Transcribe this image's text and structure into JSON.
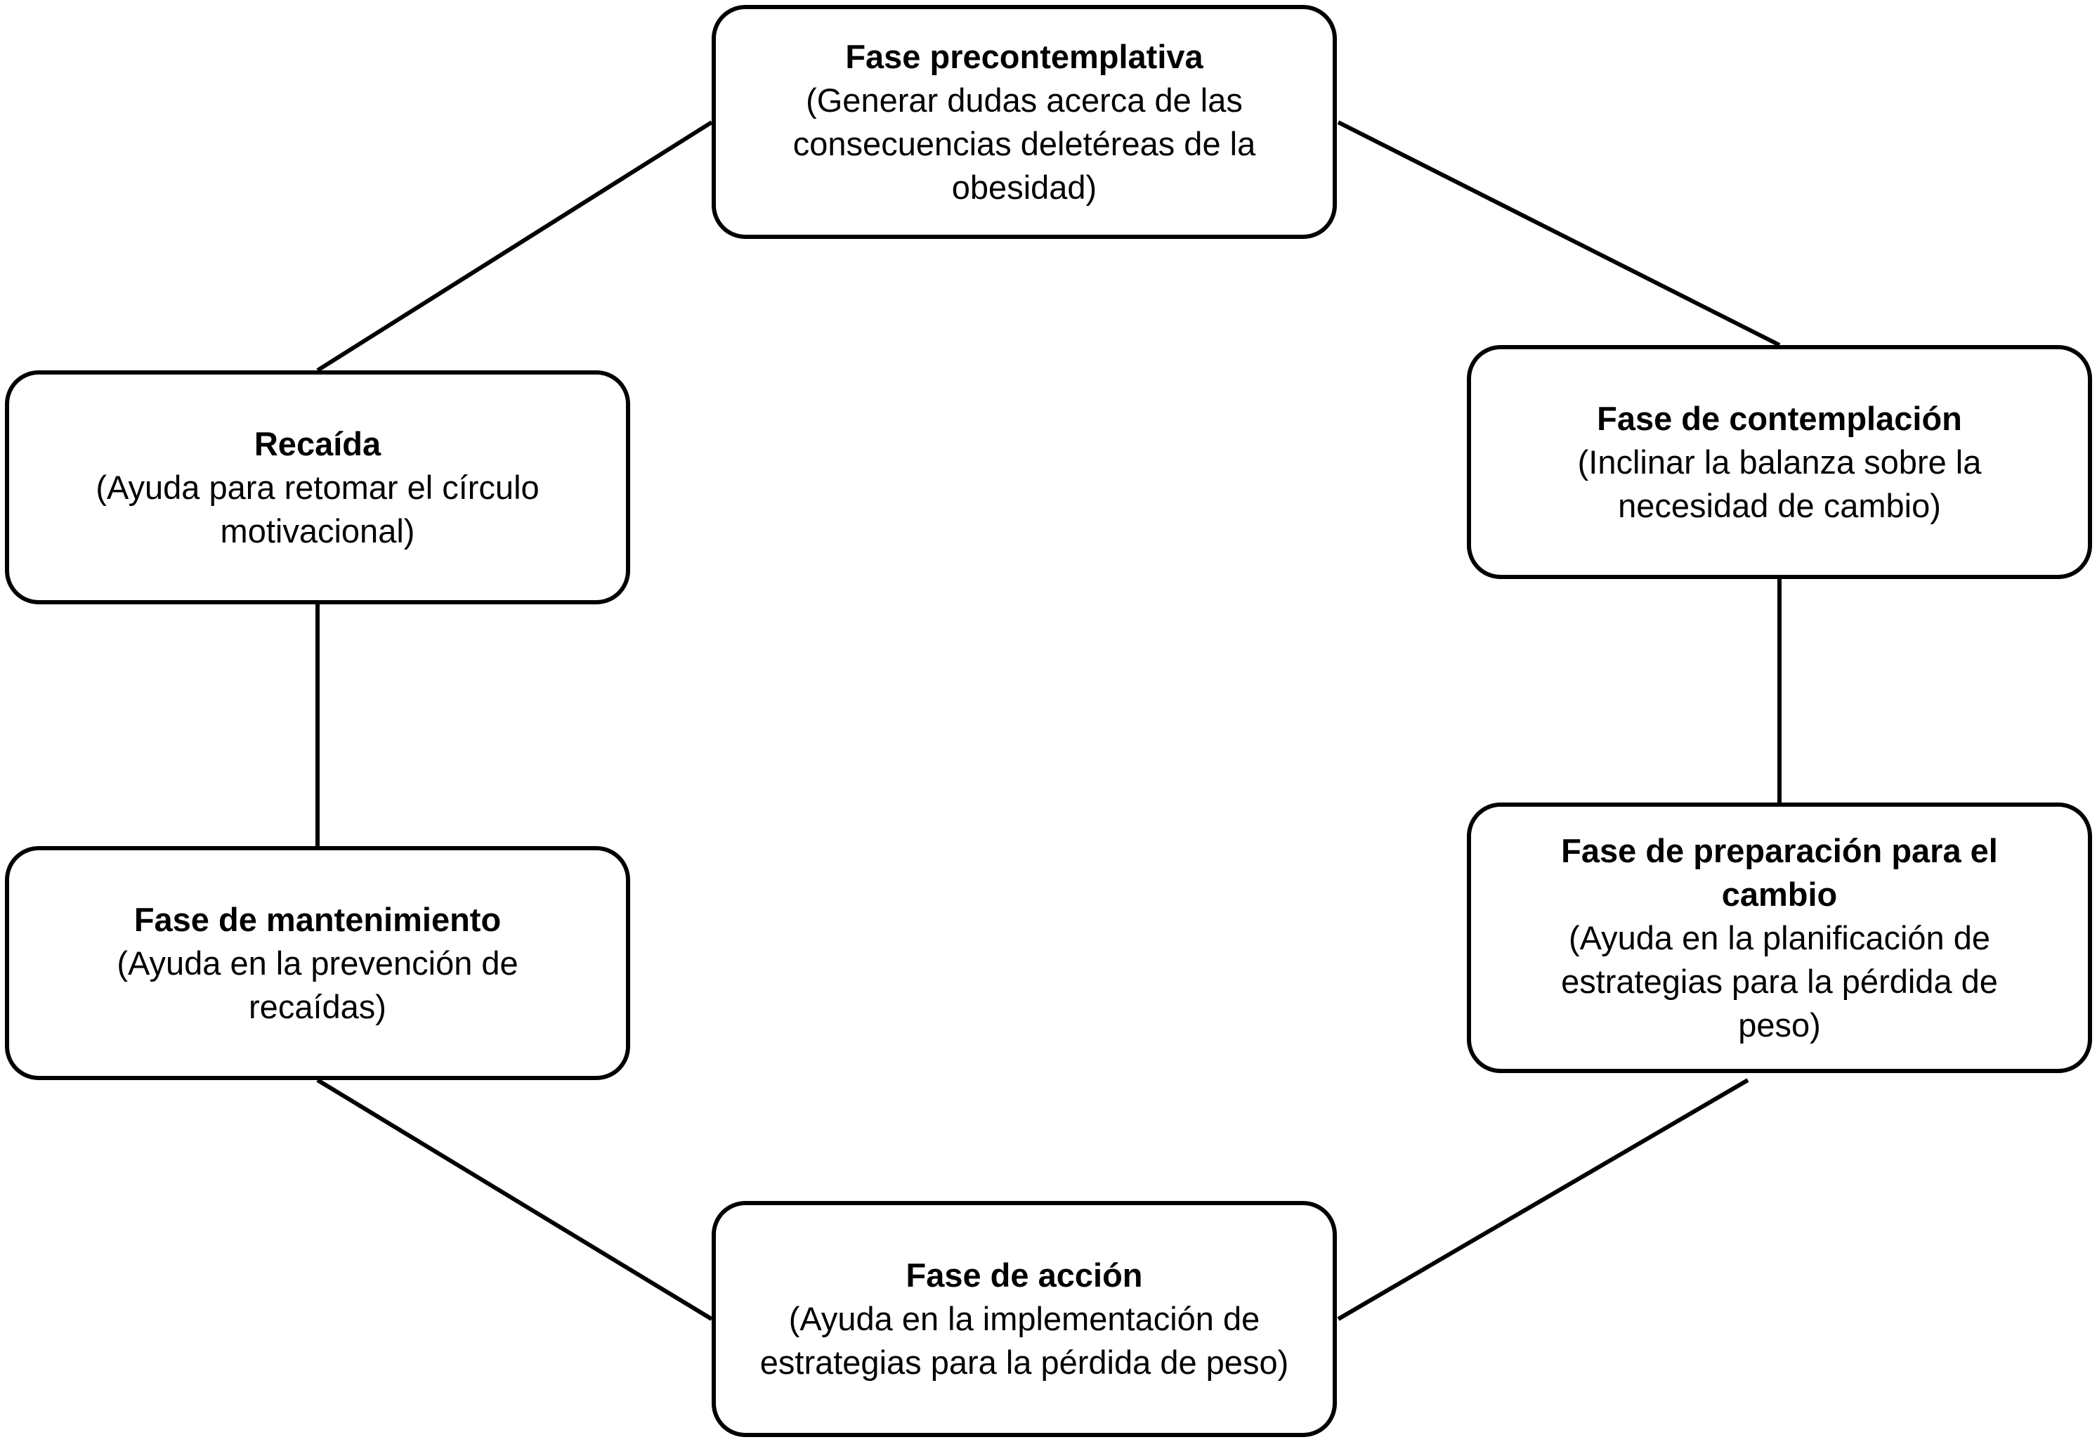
{
  "diagram": {
    "stages": [
      {
        "id": "precontemplativa",
        "title": "Fase precontemplativa",
        "description": "(Generar dudas acerca de las consecuencias deletéreas de  la obesidad)"
      },
      {
        "id": "contemplacion",
        "title": "Fase de contemplación",
        "description": "(Inclinar la balanza sobre la necesidad de  cambio)"
      },
      {
        "id": "preparacion",
        "title": "Fase de preparación para el cambio",
        "description": "(Ayuda en la planificación de estrategias para la pérdida de peso)"
      },
      {
        "id": "accion",
        "title": "Fase de acción",
        "description": "(Ayuda en la implementación de estrategias para  la pérdida de peso)"
      },
      {
        "id": "mantenimiento",
        "title": "Fase de mantenimiento",
        "description": "(Ayuda en la prevención de recaídas)"
      },
      {
        "id": "recaida",
        "title": "Recaída",
        "description": "(Ayuda para retomar el círculo motivacional)"
      }
    ],
    "connections": [
      [
        "precontemplativa",
        "contemplacion"
      ],
      [
        "contemplacion",
        "preparacion"
      ],
      [
        "preparacion",
        "accion"
      ],
      [
        "accion",
        "mantenimiento"
      ],
      [
        "mantenimiento",
        "recaida"
      ],
      [
        "recaida",
        "precontemplativa"
      ]
    ],
    "colors": {
      "stroke": "#000000",
      "fill": "#ffffff",
      "text": "#000000"
    }
  }
}
